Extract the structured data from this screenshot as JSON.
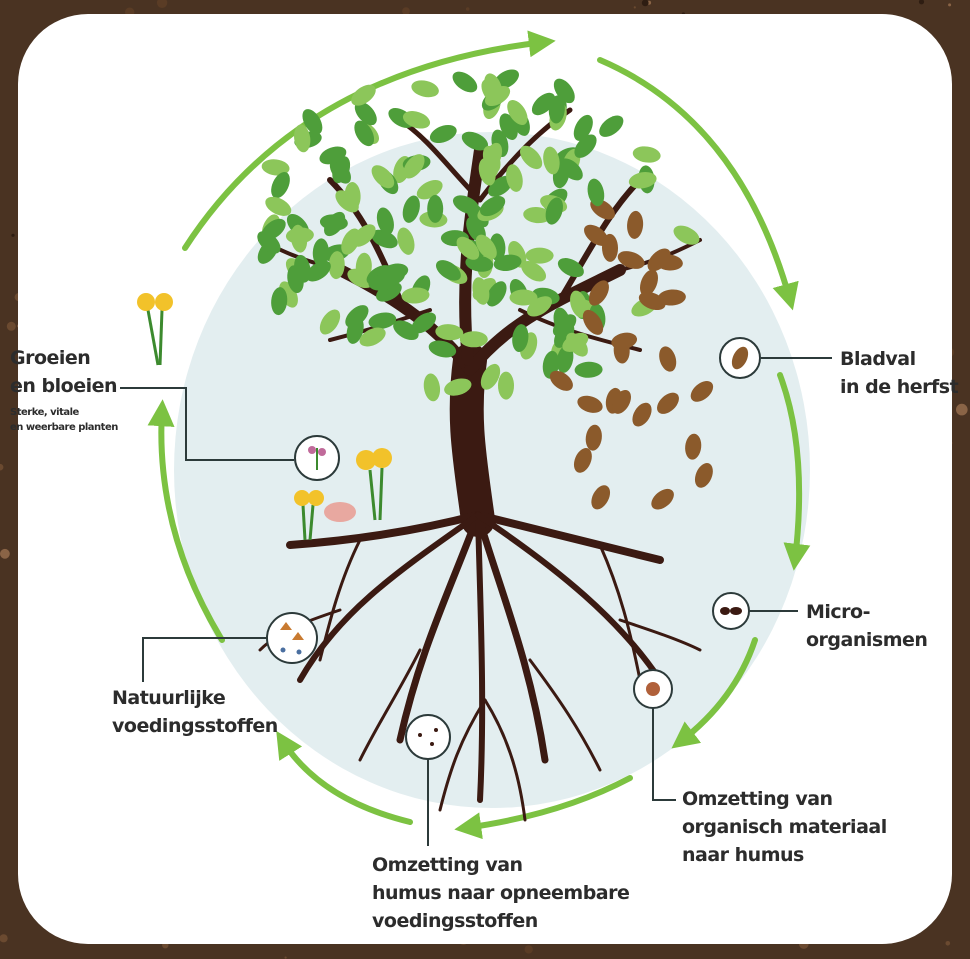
{
  "diagram": {
    "colors": {
      "arrow": "#7cc242",
      "trunk": "#3b1a12",
      "leaf_green": "#4e9e3a",
      "leaf_light": "#8cc65a",
      "leaf_brown": "#8b5a2b",
      "circle_bg": "#e3eef0",
      "text": "#2c2c2c"
    },
    "labels": {
      "groeien_1": "Groeien",
      "groeien_2": "en bloeien",
      "groeien_sub_1": "Sterke, vitale",
      "groeien_sub_2": "en weerbare planten",
      "bladval_1": "Bladval",
      "bladval_2": "in de herfst",
      "micro_1": "Micro-",
      "micro_2": "organismen",
      "omzetting_org_1": "Omzetting van",
      "omzetting_org_2": "organisch materiaal",
      "omzetting_org_3": "naar humus",
      "omzetting_humus_1": "Omzetting van",
      "omzetting_humus_2": "humus naar opneembare",
      "omzetting_humus_3": "voedingsstoffen",
      "natuurlijke_1": "Natuurlijke",
      "natuurlijke_2": "voedingsstoffen"
    },
    "icons": [
      "flower-icon",
      "leaf-icon",
      "ant-icon",
      "humus-icon",
      "soil-icon",
      "nutrients-icon"
    ]
  }
}
